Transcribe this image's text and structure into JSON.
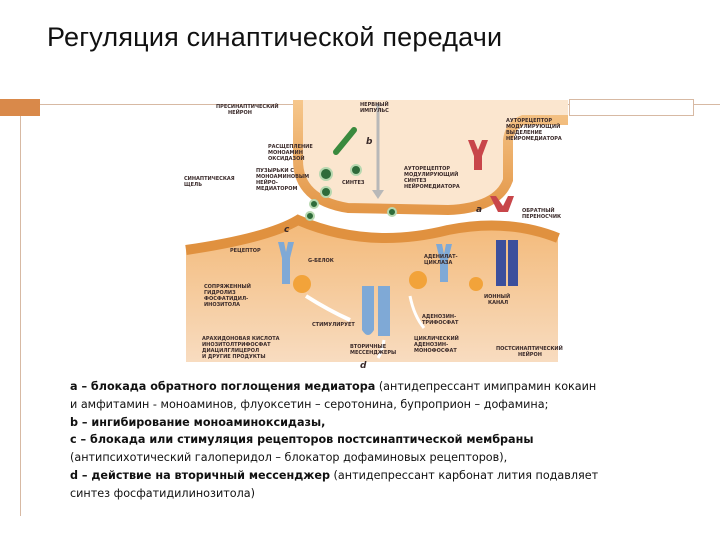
{
  "title": "Регуляция синаптической передачи",
  "diagram_labels": {
    "presynaptic_neuron": [
      "ПРЕСИНАПТИЧЕСКИЙ",
      "НЕЙРОН"
    ],
    "nerve_impulse": [
      "НЕРВНЫЙ",
      "ИМПУЛЬС"
    ],
    "autoreceptor_release": [
      "АУТОРЕЦЕПТОР",
      "МОДУЛИРУЮЩИЙ",
      "ВЫДЕЛЕНИЕ",
      "НЕЙРОМЕДИАТОРА"
    ],
    "mao_degradation": [
      "РАСЩЕПЛЕНИЕ",
      "МОНОАМИН",
      "ОКСИДАЗОЙ"
    ],
    "vesicles": [
      "ПУЗЫРЬКИ С",
      "МОНОАМИНОВЫМ",
      "НЕЙРО-",
      "МЕДИАТОРОМ"
    ],
    "synthesis": "СИНТЕЗ",
    "autoreceptor_synthesis": [
      "АУТОРЕЦЕПТОР",
      "МОДУЛИРУЮЩИЙ",
      "СИНТЕЗ",
      "НЕЙРОМЕДИАТОРА"
    ],
    "synaptic_cleft": [
      "СИНАПТИЧЕСКАЯ",
      "ЩЕЛЬ"
    ],
    "reuptake": [
      "ОБРАТНЫЙ",
      "ПЕРЕНОСЧИК"
    ],
    "receptor": "РЕЦЕПТОР",
    "g_protein": "G-БЕЛОК",
    "adenylate_cyclase": [
      "АДЕНИЛАТ-",
      "ЦИКЛАЗА"
    ],
    "phospholipid_hydrolysis": [
      "СОПРЯЖЕННЫЙ",
      "ГИДРОЛИЗ",
      "ФОСФАТИДИЛ-",
      "ИНОЗИТОЛА"
    ],
    "stimulates": "СТИМУЛИРУЕТ",
    "atp": [
      "АДЕНОЗИН-",
      "ТРИФОСФАТ"
    ],
    "ion_channel": [
      "ИОННЫЙ",
      "КАНАЛ"
    ],
    "second_products": [
      "АРАХИДОНОВАЯ КИСЛОТА",
      "ИНОЗИТОЛТРИФОСФАТ",
      "ДИАЦИЛГЛИЦЕРОЛ",
      "И ДРУГИЕ ПРОДУКТЫ"
    ],
    "second_messengers": [
      "ВТОРИЧНЫЕ",
      "МЕССЕНДЖЕРЫ"
    ],
    "camp": [
      "ЦИКЛИЧЕСКИЙ",
      "АДЕНОЗИН-",
      "МОНОФОСФАТ"
    ],
    "postsynaptic_neuron": [
      "ПОСТСИНАПТИЧЕСКИЙ",
      "НЕЙРОН"
    ],
    "letter_a": "a",
    "letter_b": "b",
    "letter_c": "c",
    "letter_d": "d"
  },
  "caption": {
    "a_bold": "a – блокада обратного поглощения медиатора",
    "a_rest": " (антидепрессант имипрамин кокаин",
    "a_line2": "и амфитамин - моноаминов, флуоксетин – серотонина, бупроприон – дофамина;",
    "b_bold": "b – ингибирование моноаминоксидазы,",
    "c_bold": "c – блокада или стимуляция рецепторов постсинаптической мембраны",
    "c_line2": "(антипсихотический галоперидол – блокатор дофаминовых рецепторов),",
    "d_bold": "d – действие на вторичный мессенджер",
    "d_rest": " (антидепрессант карбонат лития подавляет",
    "d_line2": "синтез фосфатидилинозитола)"
  },
  "colors": {
    "accent": "#d9894a",
    "membrane": "#e8a25a",
    "receptor": "#7fa9d6",
    "autoreceptor": "#c8464a",
    "vesicle": "#2e6b3a",
    "mao": "#3a8a3e",
    "orange_ball": "#f2a33a"
  }
}
